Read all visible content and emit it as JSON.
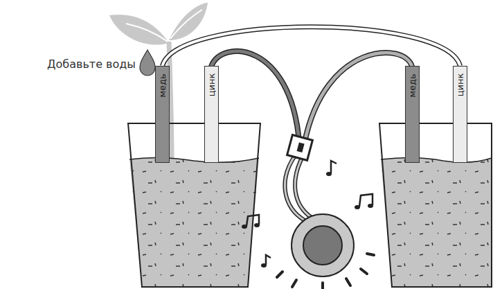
{
  "diagram": {
    "nodes": [
      {
        "text": [
          "медь"
        ]
      },
      {
        "text": [
          "цинк"
        ]
      },
      {
        "text": [
          "медь"
        ]
      },
      {
        "text": [
          "цинк"
        ]
      }
    ],
    "edges": [
      {
        "from": 0,
        "to": 3,
        "arrow": "none"
      }
    ],
    "labels": [
      "Добавьте воды"
    ]
  }
}
